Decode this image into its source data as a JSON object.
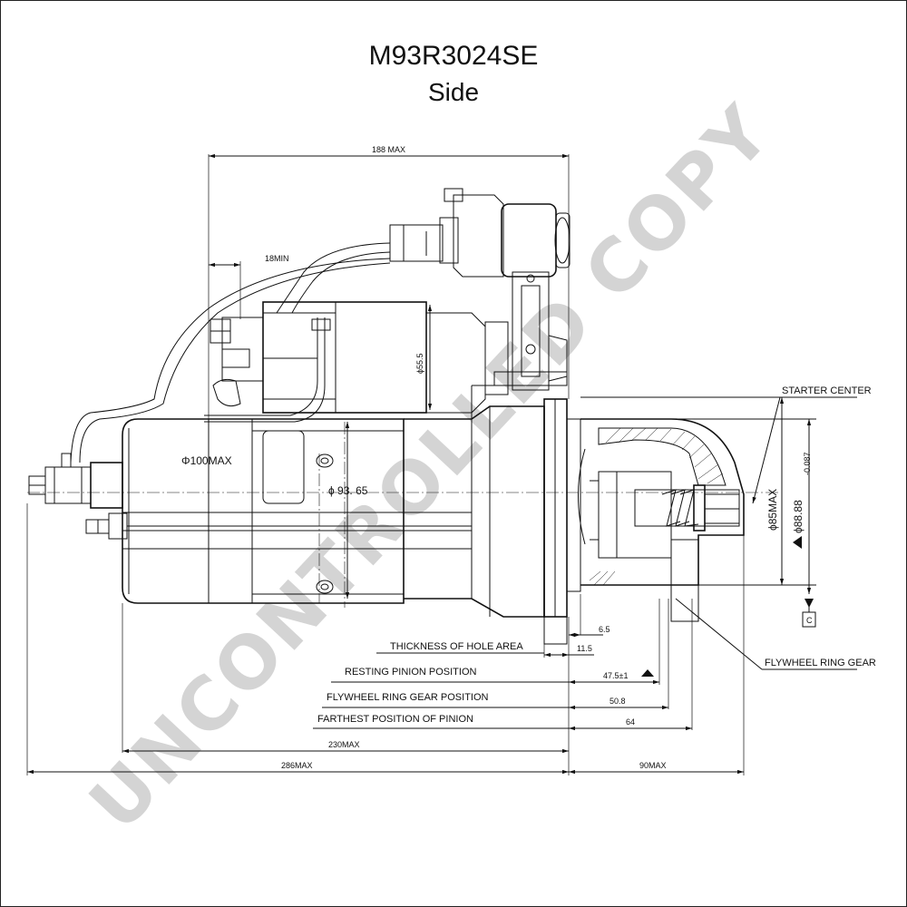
{
  "drawing": {
    "part_number": "M93R3024SE",
    "view": "Side",
    "watermark": "UNCONTROLLED COPY"
  },
  "dimensions": {
    "overall_length": "188 MAX",
    "terminal_clearance": "18MIN",
    "solenoid_diameter": "ϕ55.5",
    "yoke_diameter": "Φ100MAX",
    "motor_diameter": "ϕ 93. 65",
    "pinion_diameter": "ϕ85MAX",
    "pilot_diameter": "ϕ88.88",
    "pilot_tolerance": "-0.087",
    "hole_area_thickness": "6.5",
    "flange_to_pinion": "11.5",
    "resting_pinion": "47.5±1",
    "ring_gear_position": "50.8",
    "farthest_pinion": "64",
    "body_length": "230MAX",
    "total_length": "286MAX",
    "nose_length": "90MAX"
  },
  "labels": {
    "starter_center": "STARTER CENTER",
    "thickness_of_hole_area": "THICKNESS OF HOLE AREA",
    "resting_pinion_position": "RESTING PINION POSITION",
    "flywheel_ring_gear_position": "FLYWHEEL RING GEAR POSITION",
    "farthest_position_of_pinion": "FARTHEST POSITION OF  PINION",
    "flywheel_ring_gear": "FLYWHEEL RING GEAR",
    "datum": "C"
  }
}
